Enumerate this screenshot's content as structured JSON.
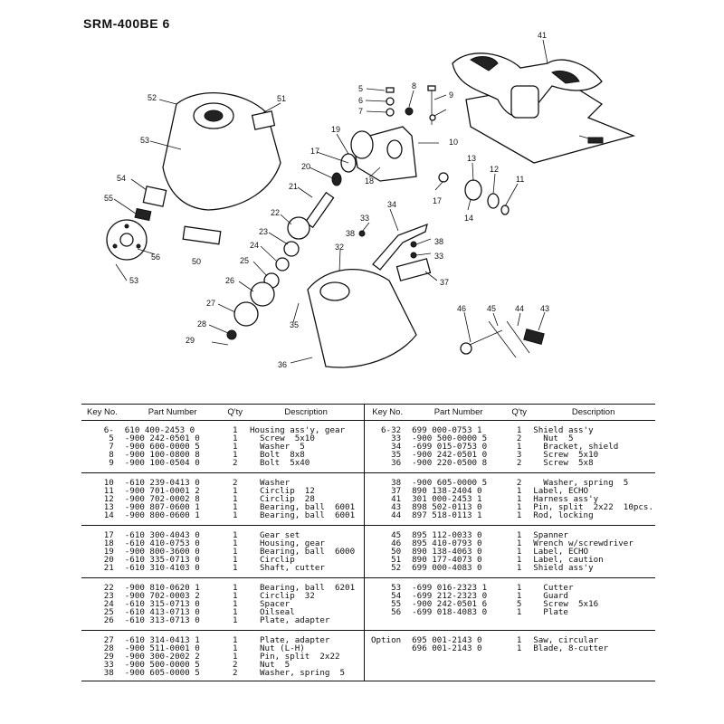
{
  "title": "SRM-400BE 6",
  "callouts": [
    "41",
    "5",
    "6",
    "7",
    "8",
    "9",
    "10",
    "13",
    "12",
    "11",
    "52",
    "51",
    "53",
    "19",
    "17",
    "20",
    "18",
    "54",
    "55",
    "21",
    "22",
    "23",
    "24",
    "25",
    "26",
    "27",
    "28",
    "29",
    "50",
    "56",
    "53",
    "33",
    "34",
    "38",
    "38",
    "33",
    "32",
    "37",
    "35",
    "36",
    "46",
    "45",
    "44",
    "43",
    "17",
    "14"
  ],
  "table": {
    "headers": {
      "key": "Key No.",
      "part": "Part Number",
      "qty": "Q'ty",
      "desc": "Description"
    },
    "groups": [
      {
        "left": [
          {
            "key": "6-",
            "part": "610 400-2453 0",
            "qty": "1",
            "desc": "Housing ass'y, gear"
          },
          {
            "key": "5",
            "part": "-900 242-0501 0",
            "qty": "1",
            "desc": "  Screw  5x10"
          },
          {
            "key": "7",
            "part": "-900 600-0000 5",
            "qty": "1",
            "desc": "  Washer  5"
          },
          {
            "key": "8",
            "part": "-900 100-0800 8",
            "qty": "1",
            "desc": "  Bolt  8x8"
          },
          {
            "key": "9",
            "part": "-900 100-0504 0",
            "qty": "2",
            "desc": "  Bolt  5x40"
          }
        ],
        "right": [
          {
            "key": "6-32",
            "part": "699 000-0753 1",
            "qty": "1",
            "desc": "Shield ass'y"
          },
          {
            "key": "33",
            "part": "-900 500-0000 5",
            "qty": "2",
            "desc": "  Nut  5"
          },
          {
            "key": "34",
            "part": "-699 015-0753 0",
            "qty": "1",
            "desc": "  Bracket, shield"
          },
          {
            "key": "35",
            "part": "-900 242-0501 0",
            "qty": "3",
            "desc": "  Screw  5x10"
          },
          {
            "key": "36",
            "part": "-900 220-0500 8",
            "qty": "2",
            "desc": "  Screw  5x8"
          }
        ]
      },
      {
        "left": [
          {
            "key": "10",
            "part": "-610 239-0413 0",
            "qty": "2",
            "desc": "  Washer"
          },
          {
            "key": "11",
            "part": "-900 701-0001 2",
            "qty": "1",
            "desc": "  Circlip  12"
          },
          {
            "key": "12",
            "part": "-900 702-0002 8",
            "qty": "1",
            "desc": "  Circlip  28"
          },
          {
            "key": "13",
            "part": "-900 807-0600 1",
            "qty": "1",
            "desc": "  Bearing, ball  6001"
          },
          {
            "key": "14",
            "part": "-900 800-0600 1",
            "qty": "1",
            "desc": "  Bearing, ball  6001"
          }
        ],
        "right": [
          {
            "key": "38",
            "part": "-900 605-0000 5",
            "qty": "2",
            "desc": "  Washer, spring  5"
          },
          {
            "key": "37",
            "part": "890 138-2404 0",
            "qty": "1",
            "desc": "Label, ECHO"
          },
          {
            "key": "41",
            "part": "301 000-2453 1",
            "qty": "1",
            "desc": "Harness ass'y"
          },
          {
            "key": "43",
            "part": "898 502-0113 0",
            "qty": "1",
            "desc": "Pin, split  2x22  10pcs."
          },
          {
            "key": "44",
            "part": "897 518-0113 1",
            "qty": "1",
            "desc": "Rod, locking"
          }
        ]
      },
      {
        "left": [
          {
            "key": "17",
            "part": "-610 300-4043 0",
            "qty": "1",
            "desc": "  Gear set"
          },
          {
            "key": "18",
            "part": "-610 410-0753 0",
            "qty": "1",
            "desc": "  Housing, gear"
          },
          {
            "key": "19",
            "part": "-900 800-3600 0",
            "qty": "1",
            "desc": "  Bearing, ball  6000"
          },
          {
            "key": "20",
            "part": "-610 335-0713 0",
            "qty": "1",
            "desc": "  Circlip"
          },
          {
            "key": "21",
            "part": "-610 310-4103 0",
            "qty": "1",
            "desc": "  Shaft, cutter"
          }
        ],
        "right": [
          {
            "key": "45",
            "part": "895 112-0033 0",
            "qty": "1",
            "desc": "Spanner"
          },
          {
            "key": "46",
            "part": "895 410-0793 0",
            "qty": "1",
            "desc": "Wrench w/screwdriver"
          },
          {
            "key": "50",
            "part": "890 138-4063 0",
            "qty": "1",
            "desc": "Label, ECHO"
          },
          {
            "key": "51",
            "part": "890 177-4073 0",
            "qty": "1",
            "desc": "Label, caution"
          },
          {
            "key": "52",
            "part": "699 000-4083 0",
            "qty": "1",
            "desc": "Shield ass'y"
          }
        ]
      },
      {
        "left": [
          {
            "key": "22",
            "part": "-900 810-0620 1",
            "qty": "1",
            "desc": "  Bearing, ball  6201"
          },
          {
            "key": "23",
            "part": "-900 702-0003 2",
            "qty": "1",
            "desc": "  Circlip  32"
          },
          {
            "key": "24",
            "part": "-610 315-0713 0",
            "qty": "1",
            "desc": "  Spacer"
          },
          {
            "key": "25",
            "part": "-610 413-0713 0",
            "qty": "1",
            "desc": "  Oilseal"
          },
          {
            "key": "26",
            "part": "-610 313-0713 0",
            "qty": "1",
            "desc": "  Plate, adapter"
          }
        ],
        "right": [
          {
            "key": "53",
            "part": "-699 016-2323 1",
            "qty": "1",
            "desc": "  Cutter"
          },
          {
            "key": "54",
            "part": "-699 212-2323 0",
            "qty": "1",
            "desc": "  Guard"
          },
          {
            "key": "55",
            "part": "-900 242-0501 6",
            "qty": "5",
            "desc": "  Screw  5x16"
          },
          {
            "key": "56",
            "part": "-699 018-4083 0",
            "qty": "1",
            "desc": "  Plate"
          }
        ]
      },
      {
        "left": [
          {
            "key": "27",
            "part": "-610 314-0413 1",
            "qty": "1",
            "desc": "  Plate, adapter"
          },
          {
            "key": "28",
            "part": "-900 511-0001 0",
            "qty": "1",
            "desc": "  Nut (L-H)"
          },
          {
            "key": "29",
            "part": "-900 300-2002 2",
            "qty": "1",
            "desc": "  Pin, split  2x22"
          },
          {
            "key": "33",
            "part": "-900 500-0000 5",
            "qty": "2",
            "desc": "  Nut  5"
          },
          {
            "key": "38",
            "part": "-900 605-0000 5",
            "qty": "2",
            "desc": "  Washer, spring  5"
          }
        ],
        "right": [
          {
            "key": "Option",
            "part": "695 001-2143 0",
            "qty": "1",
            "desc": "Saw, circular"
          },
          {
            "key": "",
            "part": "696 001-2143 0",
            "qty": "1",
            "desc": "Blade, 8-cutter"
          }
        ]
      }
    ]
  }
}
